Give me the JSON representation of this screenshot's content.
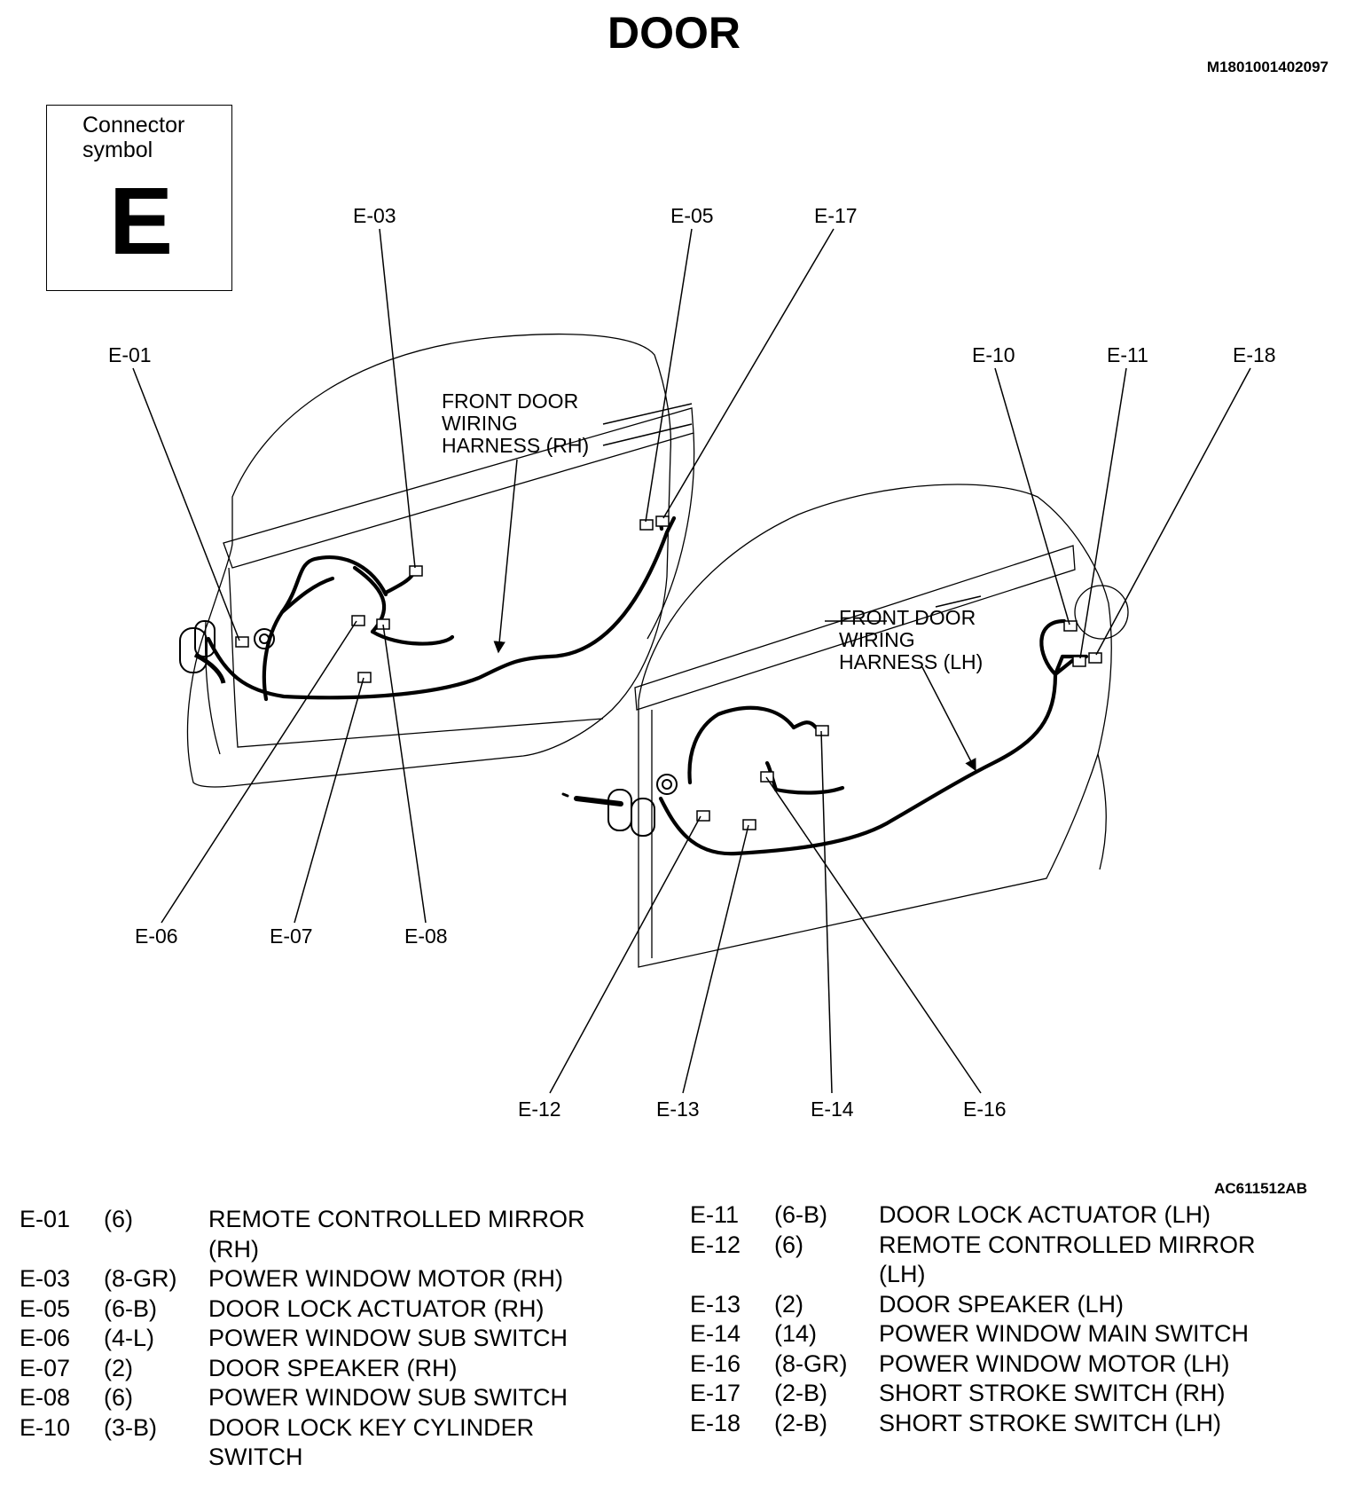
{
  "title": "DOOR",
  "doc_id": "M1801001402097",
  "figure_id": "AC611512AB",
  "connector_symbol": {
    "caption_line1": "Connector",
    "caption_line2": "symbol",
    "letter": "E"
  },
  "harness_labels": {
    "rh": [
      "FRONT DOOR",
      "WIRING",
      "HARNESS (RH)"
    ],
    "lh": [
      "FRONT DOOR",
      "WIRING",
      "HARNESS (LH)"
    ]
  },
  "callouts": {
    "e01": "E-01",
    "e03": "E-03",
    "e05": "E-05",
    "e06": "E-06",
    "e07": "E-07",
    "e08": "E-08",
    "e10": "E-10",
    "e11": "E-11",
    "e12": "E-12",
    "e13": "E-13",
    "e14": "E-14",
    "e16": "E-16",
    "e17": "E-17",
    "e18": "E-18"
  },
  "legend_left": [
    {
      "code": "E-01",
      "size": "(6)",
      "desc": "REMOTE CONTROLLED MIRROR",
      "desc2": "(RH)"
    },
    {
      "code": "E-03",
      "size": "(8-GR)",
      "desc": "POWER WINDOW MOTOR (RH)"
    },
    {
      "code": "E-05",
      "size": "(6-B)",
      "desc": "DOOR LOCK ACTUATOR (RH)"
    },
    {
      "code": "E-06",
      "size": "(4-L)",
      "desc": "POWER WINDOW SUB SWITCH"
    },
    {
      "code": "E-07",
      "size": "(2)",
      "desc": "DOOR SPEAKER (RH)"
    },
    {
      "code": "E-08",
      "size": "(6)",
      "desc": "POWER WINDOW SUB SWITCH"
    },
    {
      "code": "E-10",
      "size": "(3-B)",
      "desc": "DOOR LOCK KEY CYLINDER",
      "desc2": "SWITCH"
    }
  ],
  "legend_right": [
    {
      "code": "E-11",
      "size": "(6-B)",
      "desc": "DOOR LOCK ACTUATOR (LH)"
    },
    {
      "code": "E-12",
      "size": "(6)",
      "desc": "REMOTE CONTROLLED MIRROR",
      "desc2": "(LH)"
    },
    {
      "code": "E-13",
      "size": "(2)",
      "desc": "DOOR SPEAKER (LH)"
    },
    {
      "code": "E-14",
      "size": "(14)",
      "desc": "POWER WINDOW MAIN SWITCH"
    },
    {
      "code": "E-16",
      "size": "(8-GR)",
      "desc": "POWER WINDOW MOTOR (LH)"
    },
    {
      "code": "E-17",
      "size": "(2-B)",
      "desc": "SHORT STROKE SWITCH (RH)"
    },
    {
      "code": "E-18",
      "size": "(2-B)",
      "desc": "SHORT STROKE SWITCH (LH)"
    }
  ]
}
